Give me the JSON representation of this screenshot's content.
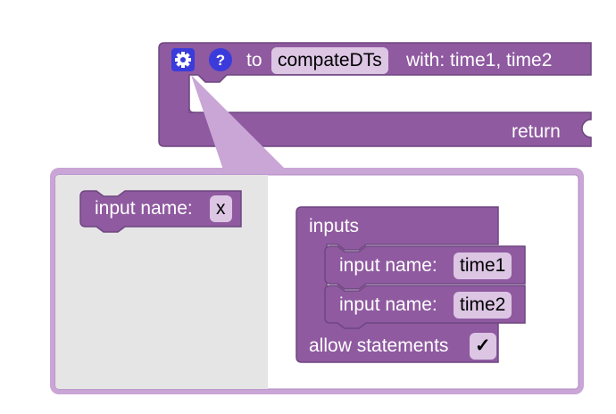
{
  "procedure": {
    "to_label": "to",
    "name": "compateDTs",
    "with_label": "with: time1, time2",
    "return_label": "return",
    "gear_icon": "gear-icon",
    "help_icon": "help-icon",
    "help_glyph": "?"
  },
  "mutator": {
    "flyout_block": {
      "label": "input name:",
      "value": "x"
    },
    "container": {
      "title": "inputs",
      "items": [
        {
          "label": "input name:",
          "value": "time1"
        },
        {
          "label": "input name:",
          "value": "time2"
        }
      ],
      "allow_label": "allow statements",
      "allow_checked": "✓"
    }
  },
  "colors": {
    "block": "#8f5aa0",
    "block_border": "#6f4680",
    "bubble": "#c9a6d6",
    "field": "#dcc6e4",
    "flyout": "#e5e5e5",
    "icon": "#3b3bdb"
  }
}
